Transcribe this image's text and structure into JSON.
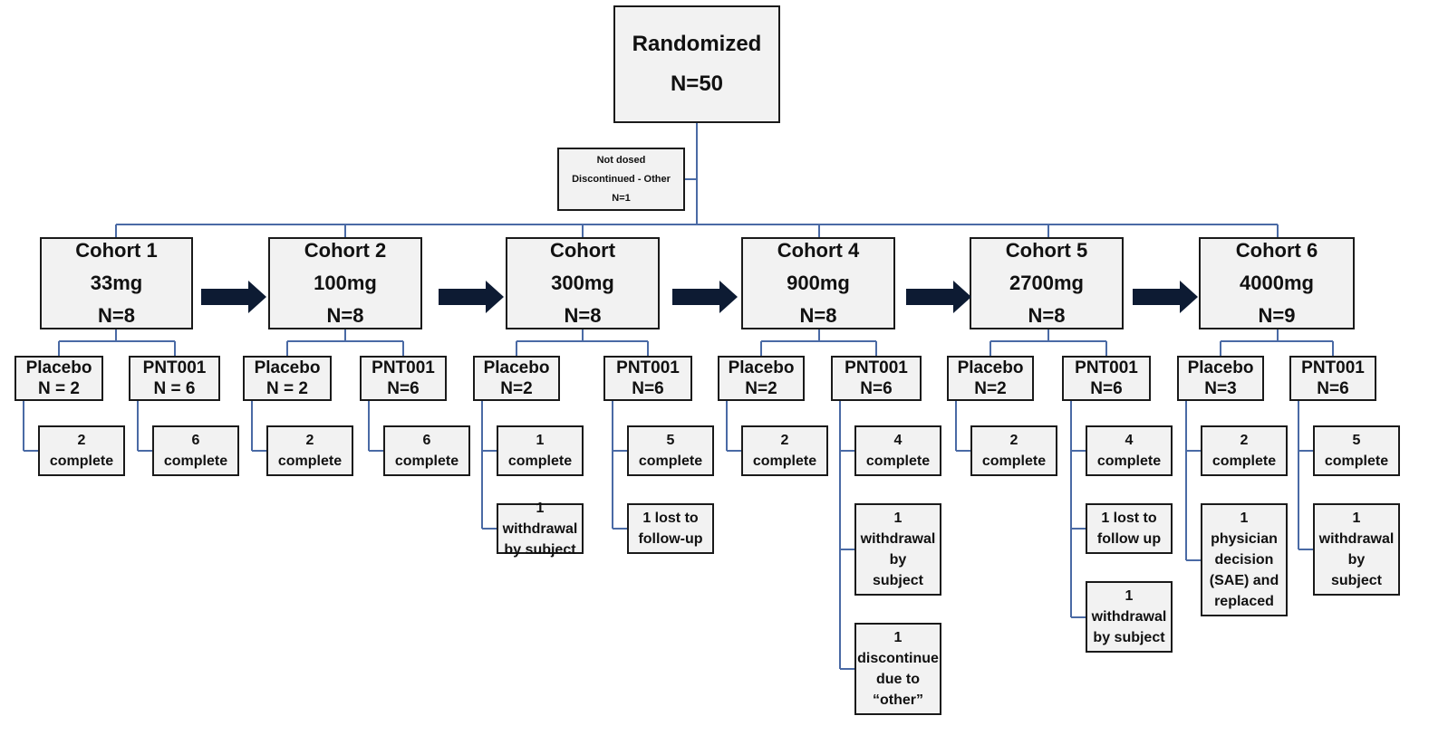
{
  "randomized": {
    "line1": "Randomized",
    "line2": "N=50"
  },
  "not_dosed": {
    "line1": "Not dosed",
    "line2": "Discontinued - Other",
    "line3": "N=1"
  },
  "cohorts": [
    {
      "label": "Cohort 1\n33mg\nN=8",
      "placebo": "Placebo\nN = 2",
      "active": "PNT001\nN = 6",
      "placebo_outcomes": [
        "2\ncomplete"
      ],
      "active_outcomes": [
        "6\ncomplete"
      ]
    },
    {
      "label": "Cohort 2\n100mg\nN=8",
      "placebo": "Placebo\nN = 2",
      "active": "PNT001\nN=6",
      "placebo_outcomes": [
        "2\ncomplete"
      ],
      "active_outcomes": [
        "6\ncomplete"
      ]
    },
    {
      "label": "Cohort\n300mg\nN=8",
      "placebo": "Placebo\nN=2",
      "active": "PNT001\nN=6",
      "placebo_outcomes": [
        "1\ncomplete",
        "1 withdrawal\nby subject"
      ],
      "active_outcomes": [
        "5\ncomplete",
        "1 lost to\nfollow-up"
      ]
    },
    {
      "label": "Cohort 4\n900mg\nN=8",
      "placebo": "Placebo\nN=2",
      "active": "PNT001\nN=6",
      "placebo_outcomes": [
        "2\ncomplete"
      ],
      "active_outcomes": [
        "4\ncomplete",
        "1\nwithdrawal\nby\nsubject",
        "1\ndiscontinue\ndue to\n“other”"
      ]
    },
    {
      "label": "Cohort 5\n2700mg\nN=8",
      "placebo": "Placebo\nN=2",
      "active": "PNT001\nN=6",
      "placebo_outcomes": [
        "2\ncomplete"
      ],
      "active_outcomes": [
        "4\ncomplete",
        "1 lost to\nfollow up",
        "1\nwithdrawal\nby subject"
      ]
    },
    {
      "label": "Cohort 6\n4000mg\nN=9",
      "placebo": "Placebo\nN=3",
      "active": "PNT001\nN=6",
      "placebo_outcomes": [
        "2\ncomplete",
        "1\nphysician\ndecision\n(SAE) and\nreplaced"
      ],
      "active_outcomes": [
        "5\ncomplete",
        "1\nwithdrawal\nby\nsubject"
      ]
    }
  ],
  "colors": {
    "connector": "#4a6aa5",
    "box_fill": "#f2f2f2",
    "arrow": "#0d1b33"
  }
}
